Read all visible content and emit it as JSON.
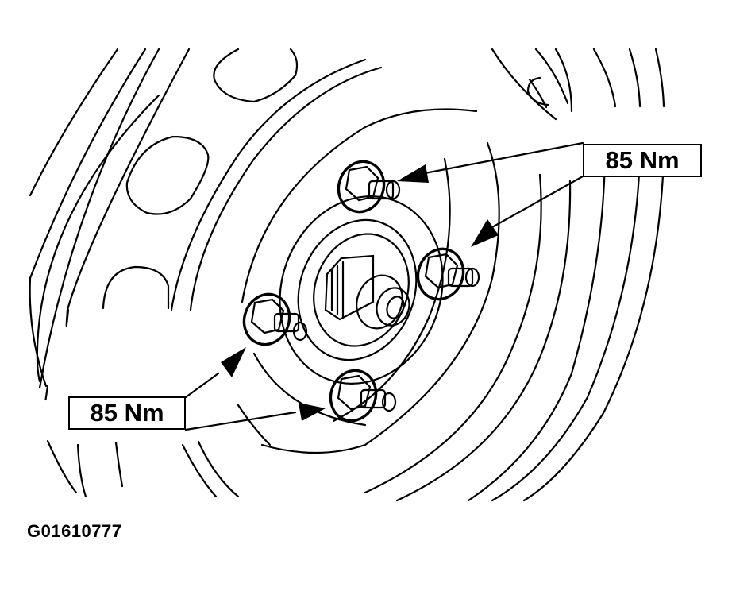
{
  "figure": {
    "subject": "wheel-lug-nut-torque",
    "callouts": [
      {
        "id": "right",
        "text": "85 Nm",
        "targets": [
          "top-lug-nut",
          "right-lug-nut"
        ]
      },
      {
        "id": "left",
        "text": "85 Nm",
        "targets": [
          "left-lug-nut",
          "bottom-lug-nut"
        ]
      }
    ],
    "figure_id": "G01610777"
  },
  "colors": {
    "line": "#000000",
    "background": "#ffffff"
  }
}
